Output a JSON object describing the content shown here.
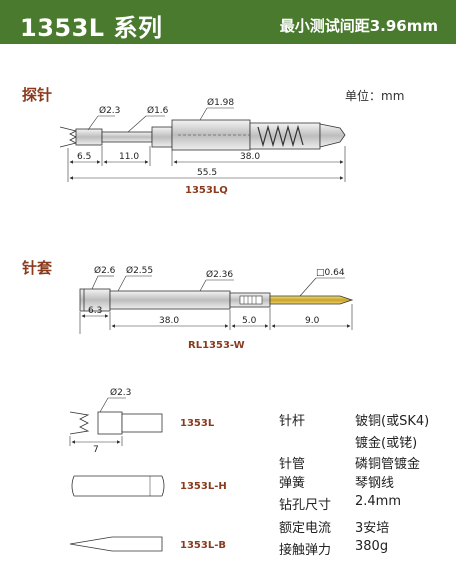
{
  "header": {
    "title": "1353L 系列",
    "subtitle": "最小测试间距3.96mm"
  },
  "probe": {
    "label": "探针",
    "unit": "单位：mm",
    "dims": {
      "d1": "Ø2.3",
      "d2": "Ø1.6",
      "d3": "Ø1.98",
      "l1": "6.5",
      "l2": "11.0",
      "l3": "38.0",
      "total": "55.5"
    },
    "model": "1353LQ"
  },
  "socket": {
    "label": "针套",
    "dims": {
      "d1": "Ø2.6",
      "d2": "Ø2.55",
      "d3": "Ø2.36",
      "d4": "□0.64",
      "l1": "6.3",
      "l2": "38.0",
      "l3": "5.0",
      "l4": "9.0"
    },
    "model": "RL1353-W"
  },
  "tips": [
    {
      "model": "1353L",
      "dims": {
        "d": "Ø2.3",
        "l": "7"
      }
    },
    {
      "model": "1353L-H"
    },
    {
      "model": "1353L-B"
    }
  ],
  "specs": [
    {
      "key": "针杆",
      "value": "铍铜(或SK4)"
    },
    {
      "key": "",
      "value": "镀金(或铑)"
    },
    {
      "key": "针管",
      "value": "磷铜管镀金"
    },
    {
      "key": "弹簧",
      "value": "琴钢线"
    },
    {
      "key": "钻孔尺寸",
      "value": "2.4mm"
    },
    {
      "key": "额定电流",
      "value": "3安培"
    },
    {
      "key": "接触弹力",
      "value": "380g"
    }
  ],
  "colors": {
    "header_bg": "#4a7a2e",
    "section_text": "#8a3b1e",
    "gold": "#c9a227"
  }
}
